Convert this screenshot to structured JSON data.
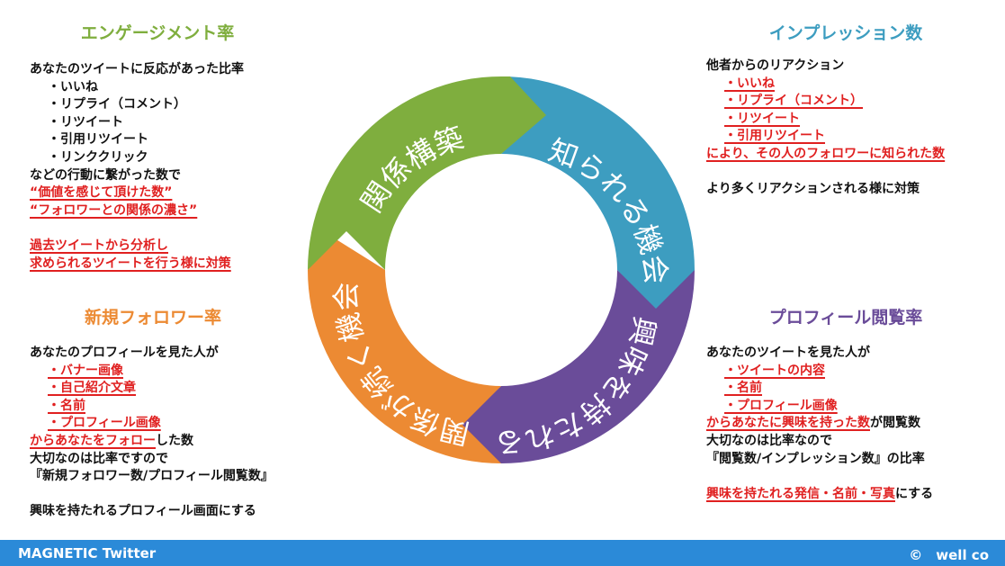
{
  "colors": {
    "green": "#7fae3e",
    "teal": "#3d9dc0",
    "purple": "#6a4c99",
    "orange": "#ec8a33",
    "red": "#e02020",
    "footer": "#2b8ad8"
  },
  "cycle": {
    "top_left": "関係構築",
    "top_right": "知られる機会",
    "bottom_right": "興味を持たれる",
    "bottom_left": "関係が続く機会"
  },
  "engagement": {
    "title": "エンゲージメント率",
    "lines": [
      {
        "text": "あなたのツイートに反応があった比率",
        "indent": false,
        "red": false
      },
      {
        "text": "・いいね",
        "indent": true,
        "red": false
      },
      {
        "text": "・リプライ（コメント）",
        "indent": true,
        "red": false
      },
      {
        "text": "・リツイート",
        "indent": true,
        "red": false
      },
      {
        "text": "・引用リツイート",
        "indent": true,
        "red": false
      },
      {
        "text": "・リンククリック",
        "indent": true,
        "red": false
      },
      {
        "text": "などの行動に繋がった数で",
        "indent": false,
        "red": false
      },
      {
        "text": "“価値を感じて頂けた数”",
        "indent": false,
        "red": true
      },
      {
        "text": "“フォロワーとの関係の濃さ”",
        "indent": false,
        "red": true
      },
      {
        "text": "",
        "indent": false,
        "red": false
      },
      {
        "text": "過去ツイートから分析し",
        "indent": false,
        "red": true
      },
      {
        "text": "求められるツイートを行う様に対策",
        "indent": false,
        "red": true
      }
    ]
  },
  "impressions": {
    "title": "インプレッション数",
    "lines": [
      {
        "text": "他者からのリアクション",
        "indent": false,
        "red": false
      },
      {
        "text": "・いいね",
        "indent": true,
        "red": true
      },
      {
        "text": "・リプライ（コメント）",
        "indent": true,
        "red": true
      },
      {
        "text": "・リツイート",
        "indent": true,
        "red": true
      },
      {
        "text": "・引用リツイート",
        "indent": true,
        "red": true
      },
      {
        "text": "により、その人のフォロワーに知られた数",
        "indent": false,
        "red": true
      },
      {
        "text": "",
        "indent": false,
        "red": false
      },
      {
        "text": "より多くリアクションされる様に対策",
        "indent": false,
        "red": false
      }
    ]
  },
  "new_followers": {
    "title": "新規フォロワー率",
    "lines": [
      {
        "text": "あなたのプロフィールを見た人が",
        "indent": false,
        "red": false
      },
      {
        "text": "・バナー画像",
        "indent": true,
        "red": true
      },
      {
        "text": "・自己紹介文章",
        "indent": true,
        "red": true
      },
      {
        "text": "・名前",
        "indent": true,
        "red": true
      },
      {
        "text": "・プロフィール画像",
        "indent": true,
        "red": true
      },
      {
        "segments": [
          {
            "text": "からあなたをフォロー",
            "red": true
          },
          {
            "text": "した数",
            "red": false
          }
        ]
      },
      {
        "text": "大切なのは比率ですので",
        "indent": false,
        "red": false
      },
      {
        "text": "『新規フォロワー数/プロフィール閲覧数』",
        "indent": false,
        "red": false
      },
      {
        "text": "",
        "indent": false,
        "red": false
      },
      {
        "text": "興味を持たれるプロフィール画面にする",
        "indent": false,
        "red": false
      }
    ]
  },
  "profile_views": {
    "title": "プロフィール閲覧率",
    "lines": [
      {
        "text": "あなたのツイートを見た人が",
        "indent": false,
        "red": false
      },
      {
        "text": "・ツイートの内容",
        "indent": true,
        "red": true
      },
      {
        "text": "・名前",
        "indent": true,
        "red": true
      },
      {
        "text": "・プロフィール画像",
        "indent": true,
        "red": true
      },
      {
        "segments": [
          {
            "text": "からあなたに興味を持った数",
            "red": true
          },
          {
            "text": "が閲覧数",
            "red": false
          }
        ]
      },
      {
        "text": "大切なのは比率なので",
        "indent": false,
        "red": false
      },
      {
        "text": "『閲覧数/インプレッション数』の比率",
        "indent": false,
        "red": false
      },
      {
        "text": "",
        "indent": false,
        "red": false
      },
      {
        "segments": [
          {
            "text": "興味を持たれる発信・名前・写真",
            "red": true
          },
          {
            "text": "にする",
            "red": false
          }
        ]
      }
    ]
  },
  "footer": {
    "left": "MAGNETIC Twitter",
    "right": "©　well co"
  }
}
